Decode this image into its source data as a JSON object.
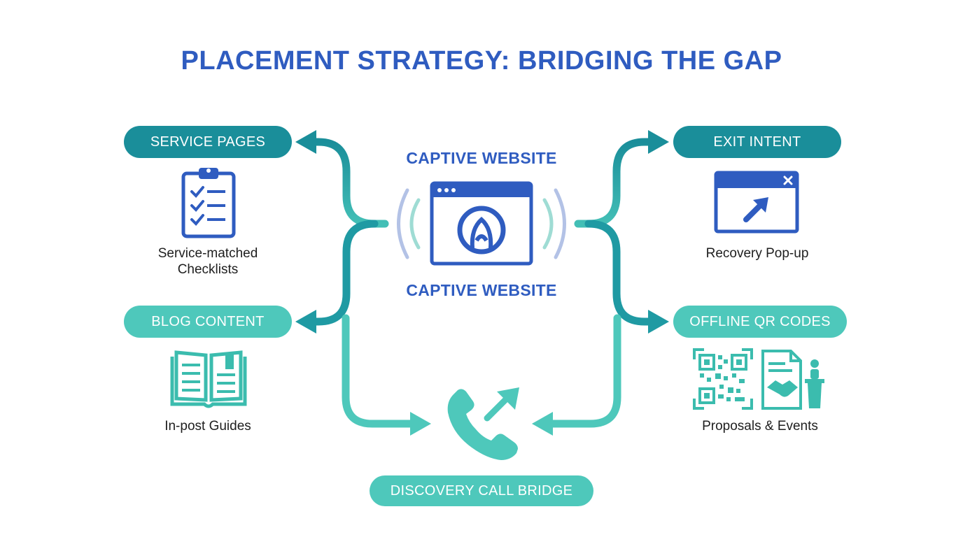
{
  "title": "PLACEMENT STRATEGY: BRIDGING THE GAP",
  "center": {
    "label_top": "CAPTIVE WEBSITE",
    "label_bottom": "CAPTIVE WEBSITE",
    "icon": "browser-logo-icon"
  },
  "left": {
    "service_pages": {
      "label": "SERVICE PAGES",
      "caption_line1": "Service-matched",
      "caption_line2": "Checklists",
      "icon": "clipboard-checklist-icon"
    },
    "blog_content": {
      "label": "BLOG CONTENT",
      "caption": "In-post Guides",
      "icon": "open-book-icon"
    }
  },
  "right": {
    "exit_intent": {
      "label": "EXIT INTENT",
      "caption": "Recovery Pop-up",
      "icon": "popup-window-icon"
    },
    "offline_qr": {
      "label": "OFFLINE QR CODES",
      "caption": "Proposals & Events",
      "icon": "qr-document-icon"
    }
  },
  "bottom": {
    "label": "DISCOVERY CALL BRIDGE",
    "icon": "phone-call-icon"
  },
  "colors": {
    "title_blue": "#2f5cc0",
    "teal_dark": "#1a8e9a",
    "teal_light": "#4ec8bb",
    "icon_blue": "#2f5cc0",
    "icon_teal": "#3bbcae"
  }
}
